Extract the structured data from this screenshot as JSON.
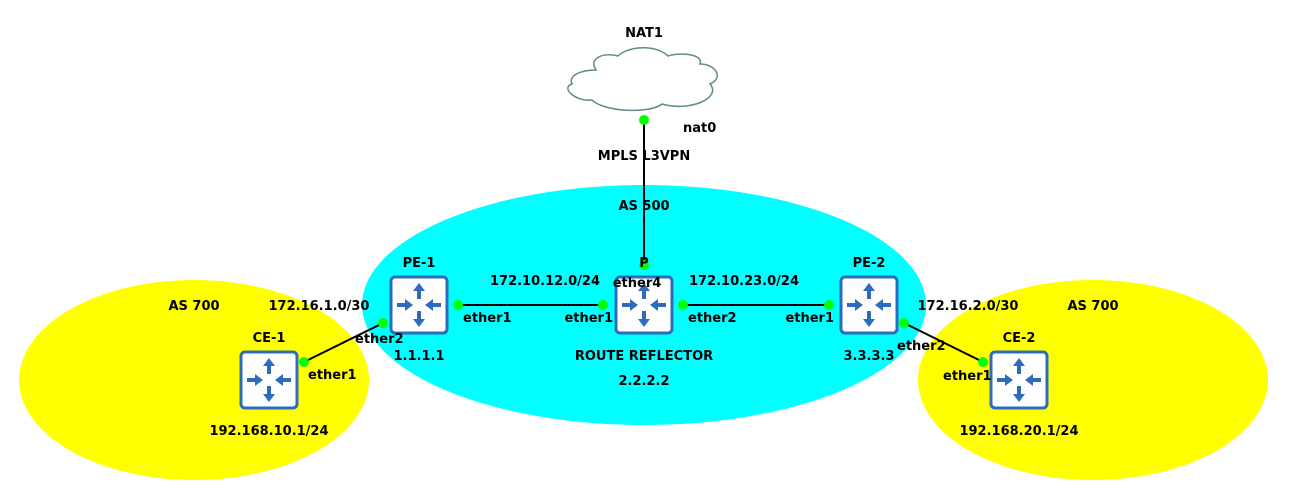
{
  "colors": {
    "as_core": "#00ffff",
    "as_edge": "#ffff00",
    "router_stroke": "#2e6bbf",
    "port": "#00ff00",
    "cloud_stroke": "#5f8a8b"
  },
  "cloud": {
    "name": "NAT1",
    "port": "nat0",
    "link_label": "MPLS L3VPN"
  },
  "zones": {
    "core": "AS 500",
    "left": "AS 700",
    "right": "AS 700"
  },
  "routers": {
    "pe1": {
      "name": "PE-1",
      "id": "1.1.1.1",
      "icon": "router-icon"
    },
    "p": {
      "name": "P",
      "role": "ROUTE REFLECTOR",
      "id": "2.2.2.2",
      "icon": "router-icon"
    },
    "pe2": {
      "name": "PE-2",
      "id": "3.3.3.3",
      "icon": "router-icon"
    },
    "ce1": {
      "name": "CE-1",
      "lan": "192.168.10.1/24",
      "icon": "router-icon"
    },
    "ce2": {
      "name": "CE-2",
      "lan": "192.168.20.1/24",
      "icon": "router-icon"
    }
  },
  "links": {
    "pe1_p": {
      "subnet": "172.10.12.0/24",
      "a_port": "ether1",
      "b_port": "ether1"
    },
    "p_pe2": {
      "subnet": "172.10.23.0/24",
      "a_port": "ether2",
      "b_port": "ether1"
    },
    "ce1_pe1": {
      "subnet": "172.16.1.0/30",
      "a_port": "ether1",
      "b_port": "ether2"
    },
    "pe2_ce2": {
      "subnet": "172.16.2.0/30",
      "a_port": "ether2",
      "b_port": "ether1"
    },
    "p_nat": {
      "a_port": "ether4"
    }
  }
}
